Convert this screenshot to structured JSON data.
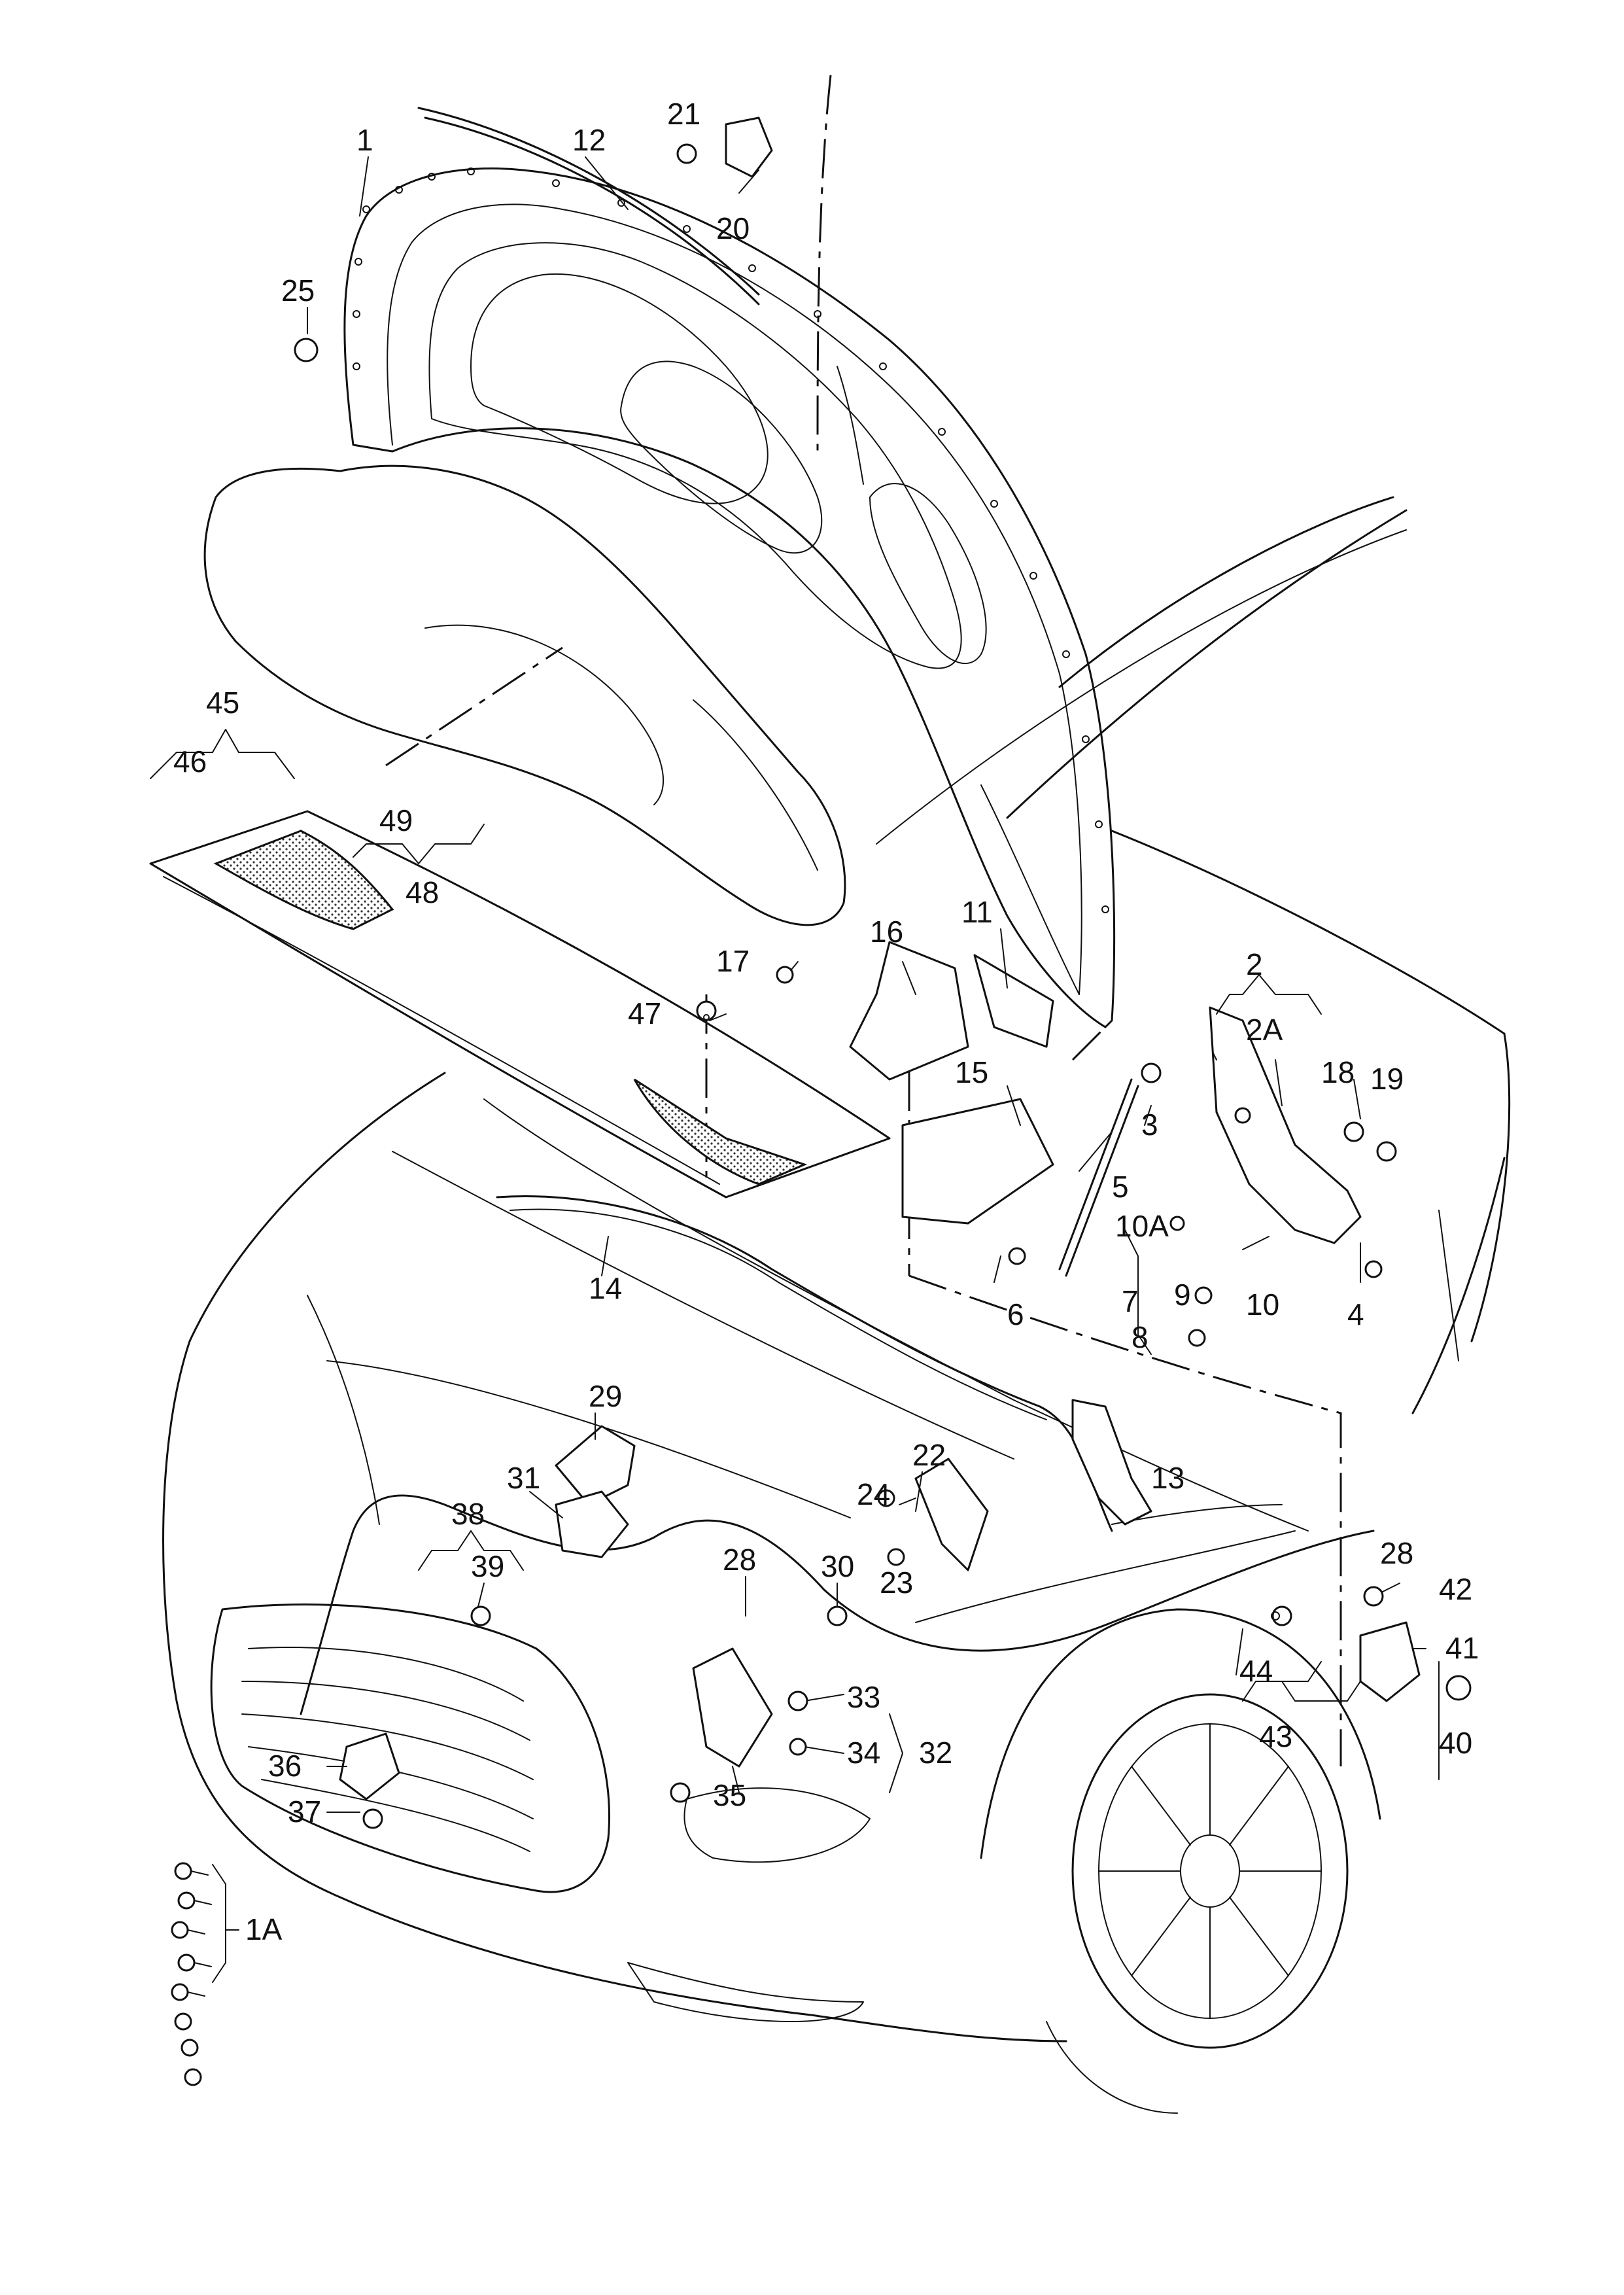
{
  "labels": {
    "l1": "1",
    "l1A": "1A",
    "l2": "2",
    "l2A": "2A",
    "l3": "3",
    "l4": "4",
    "l5": "5",
    "l6": "6",
    "l7": "7",
    "l8": "8",
    "l9": "9",
    "l10": "10",
    "l10A": "10A",
    "l11": "11",
    "l12": "12",
    "l13": "13",
    "l14": "14",
    "l15": "15",
    "l16": "16",
    "l17": "17",
    "l18": "18",
    "l19": "19",
    "l20": "20",
    "l21": "21",
    "l22": "22",
    "l23": "23",
    "l24": "24",
    "l25": "25",
    "l28a": "28",
    "l28b": "28",
    "l29": "29",
    "l30": "30",
    "l31": "31",
    "l32": "32",
    "l33": "33",
    "l34": "34",
    "l35": "35",
    "l36": "36",
    "l37": "37",
    "l38": "38",
    "l39": "39",
    "l40": "40",
    "l41": "41",
    "l42": "42",
    "l43": "43",
    "l44": "44",
    "l45": "45",
    "l46": "46",
    "l47": "47",
    "l48": "48",
    "l49": "49"
  },
  "colors": {
    "line": "#111111",
    "background": "#ffffff"
  }
}
